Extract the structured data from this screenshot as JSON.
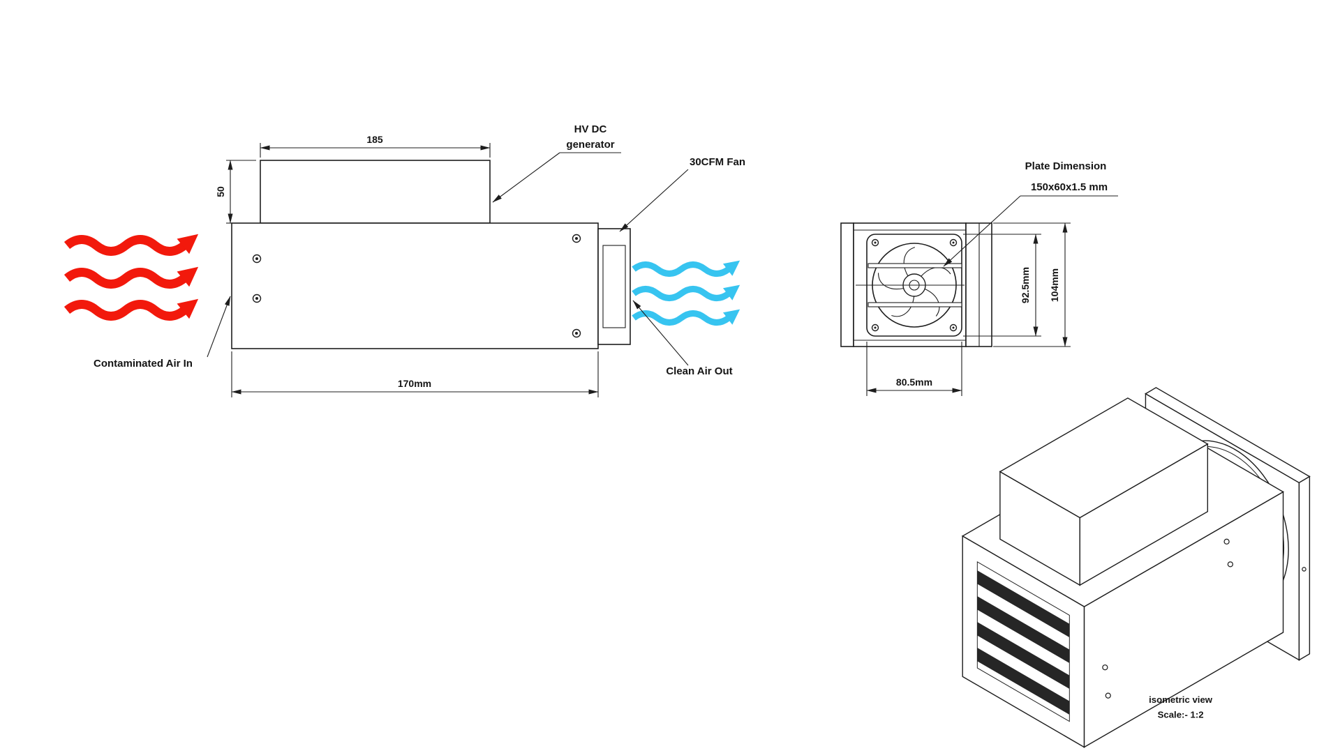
{
  "drawing": {
    "background": "#ffffff",
    "line_color": "#1d1d1d",
    "air_in_color": "#f2190c",
    "air_out_color": "#37c4f0"
  },
  "side_view": {
    "label_hv_line1": "HV DC",
    "label_hv_line2": "generator",
    "label_fan": "30CFM Fan",
    "label_air_in": "Contaminated Air In",
    "label_air_out": "Clean Air Out",
    "dim_top": "185",
    "dim_height": "50",
    "dim_length": "170mm"
  },
  "front_view": {
    "label_plate_title": "Plate Dimension",
    "label_plate_value": "150x60x1.5 mm",
    "dim_inner_height": "92.5mm",
    "dim_outer_height": "104mm",
    "dim_width": "80.5mm"
  },
  "isometric_view": {
    "caption_line1": "isometric view",
    "caption_line2": "Scale:- 1:2"
  }
}
